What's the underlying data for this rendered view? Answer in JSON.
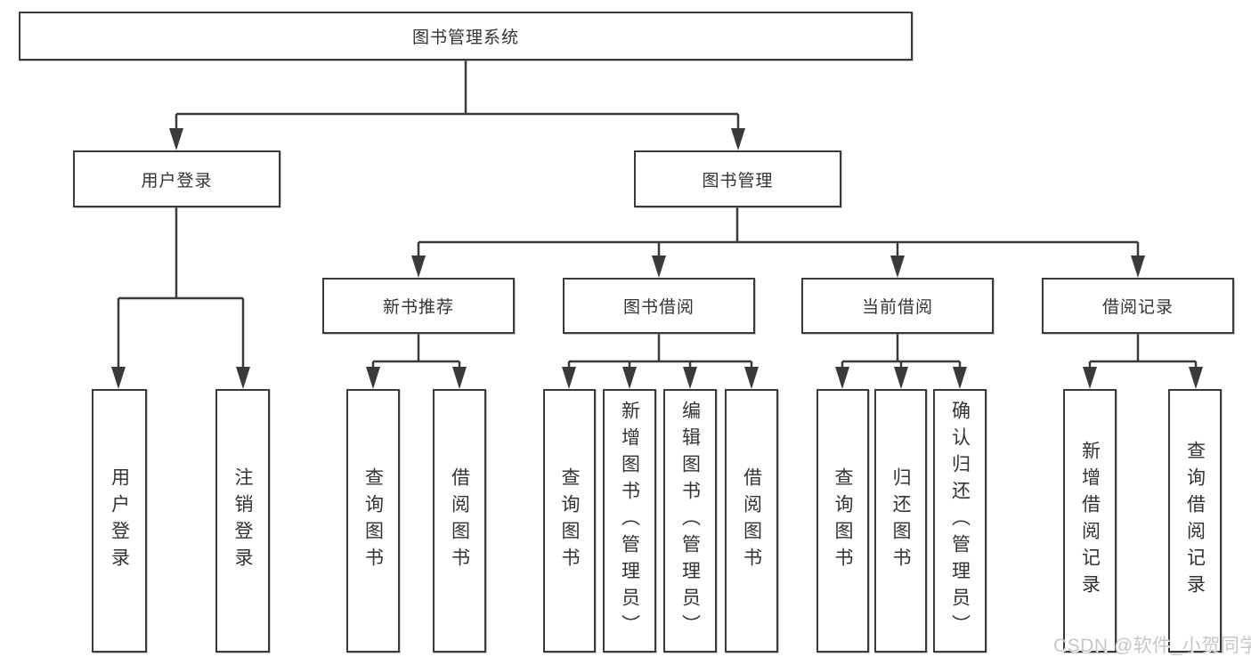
{
  "title": "图书管理系统",
  "watermark": "CSDN @软件_小贺同学",
  "colors": {
    "background": "#ffffff",
    "box_background": "#ffffff",
    "box_border": "#3a3a3a",
    "line": "#3a3a3a",
    "text": "#333333",
    "watermark_text": "#c7c7cb"
  },
  "nodes": {
    "root": {
      "label": "图书管理系统"
    },
    "level2": [
      {
        "label": "用户登录",
        "parent": "图书管理系统"
      },
      {
        "label": "图书管理",
        "parent": "图书管理系统"
      }
    ],
    "level3": [
      {
        "label": "新书推荐",
        "parent": "图书管理"
      },
      {
        "label": "图书借阅",
        "parent": "图书管理"
      },
      {
        "label": "当前借阅",
        "parent": "图书管理"
      },
      {
        "label": "借阅记录",
        "parent": "图书管理"
      }
    ],
    "leaves": [
      {
        "label": "用户登录",
        "parent": "用户登录"
      },
      {
        "label": "注销登录",
        "parent": "用户登录"
      },
      {
        "label": "查询图书",
        "parent": "新书推荐"
      },
      {
        "label": "借阅图书",
        "parent": "新书推荐"
      },
      {
        "label": "查询图书",
        "parent": "图书借阅"
      },
      {
        "label": "新增图书（管理员）",
        "parent": "图书借阅"
      },
      {
        "label": "编辑图书（管理员）",
        "parent": "图书借阅"
      },
      {
        "label": "借阅图书",
        "parent": "图书借阅"
      },
      {
        "label": "查询图书",
        "parent": "当前借阅"
      },
      {
        "label": "归还图书",
        "parent": "当前借阅"
      },
      {
        "label": "确认归还（管理员）",
        "parent": "当前借阅"
      },
      {
        "label": "新增借阅记录",
        "parent": "借阅记录"
      },
      {
        "label": "查询借阅记录",
        "parent": "借阅记录"
      }
    ]
  }
}
